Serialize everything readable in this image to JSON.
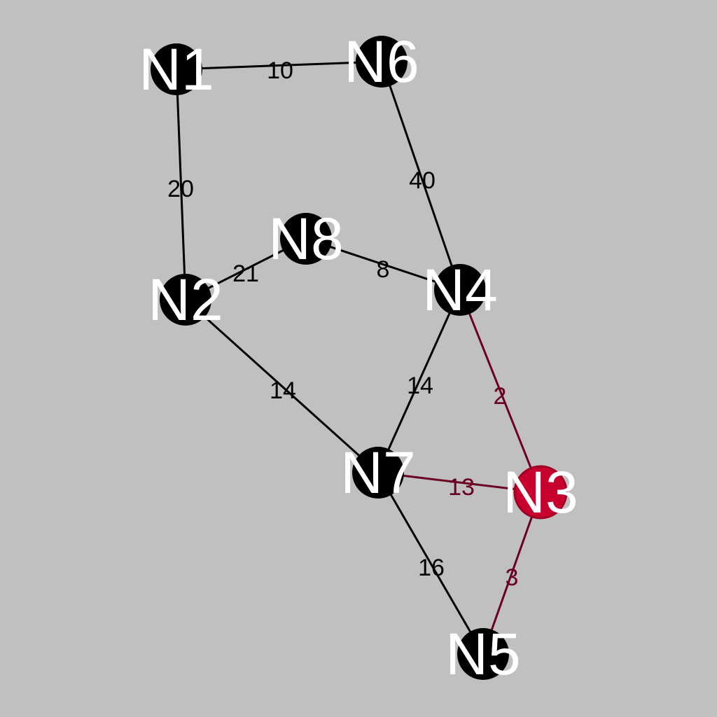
{
  "graph": {
    "background": "#c0c0c0",
    "colors": {
      "node": "#000000",
      "node_label": "#ffffff",
      "edge": "#000000",
      "weight_text": "#000000",
      "highlight_node": "#c8002d",
      "highlight_edge": "#6b0020"
    },
    "nodes": [
      {
        "id": "N1",
        "label": "N1",
        "highlight": false
      },
      {
        "id": "N6",
        "label": "N6",
        "highlight": false
      },
      {
        "id": "N8",
        "label": "N8",
        "highlight": false
      },
      {
        "id": "N2",
        "label": "N2",
        "highlight": false
      },
      {
        "id": "N4",
        "label": "N4",
        "highlight": false
      },
      {
        "id": "N7",
        "label": "N7",
        "highlight": false
      },
      {
        "id": "N3",
        "label": "N3",
        "highlight": true
      },
      {
        "id": "N5",
        "label": "N5",
        "highlight": false
      }
    ],
    "edges": [
      {
        "from": "N1",
        "to": "N6",
        "weight": "10",
        "highlight": false
      },
      {
        "from": "N1",
        "to": "N2",
        "weight": "20",
        "highlight": false
      },
      {
        "from": "N6",
        "to": "N4",
        "weight": "40",
        "highlight": false
      },
      {
        "from": "N2",
        "to": "N8",
        "weight": "21",
        "highlight": false
      },
      {
        "from": "N8",
        "to": "N4",
        "weight": "8",
        "highlight": false
      },
      {
        "from": "N2",
        "to": "N7",
        "weight": "14",
        "highlight": false
      },
      {
        "from": "N4",
        "to": "N7",
        "weight": "14",
        "highlight": false
      },
      {
        "from": "N4",
        "to": "N3",
        "weight": "2",
        "highlight": true
      },
      {
        "from": "N7",
        "to": "N3",
        "weight": "13",
        "highlight": true
      },
      {
        "from": "N7",
        "to": "N5",
        "weight": "16",
        "highlight": false
      },
      {
        "from": "N3",
        "to": "N5",
        "weight": "3",
        "highlight": true
      }
    ]
  }
}
